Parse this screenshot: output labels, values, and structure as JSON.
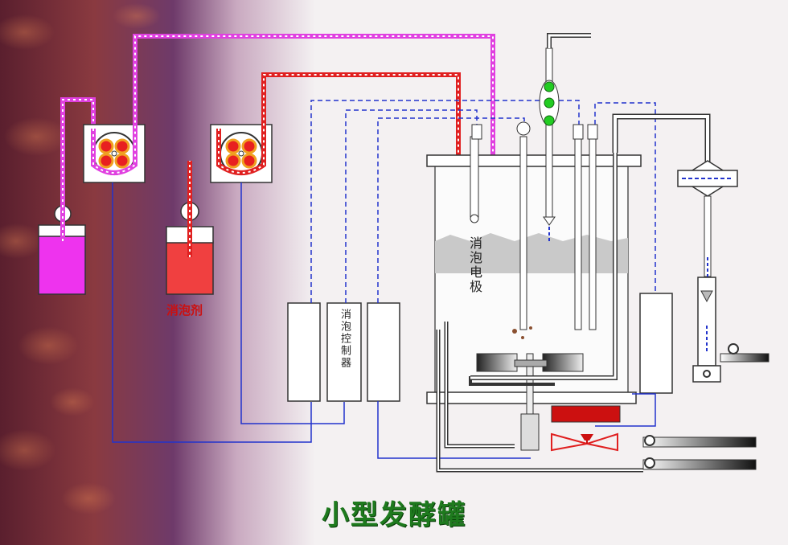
{
  "title": "小型发酵罐",
  "labels": {
    "antifoam_agent": "消泡剂",
    "antifoam_electrode": "消泡电极",
    "antifoam_controller": "消泡控制器"
  },
  "colors": {
    "pink_line": "#e040e0",
    "red_line": "#e02020",
    "blue_line": "#2233cc",
    "title_green": "#1e7a1e",
    "antifoam_liquid": "#f04040",
    "magenta_liquid": "#ee33ee"
  }
}
